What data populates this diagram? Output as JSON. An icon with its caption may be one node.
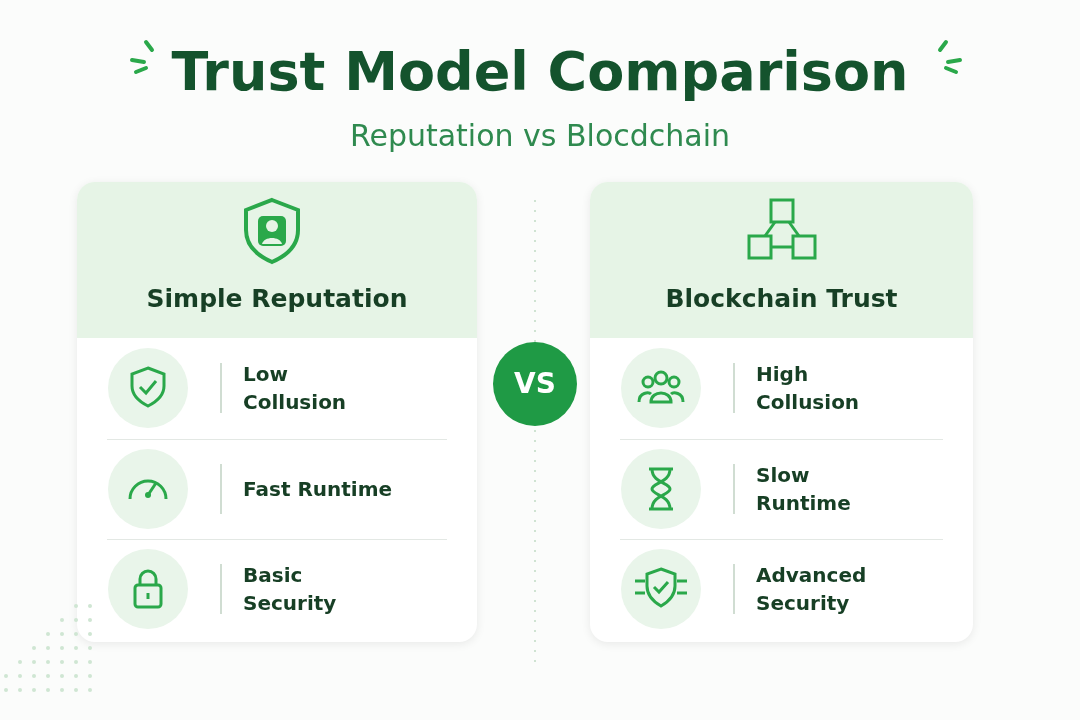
{
  "diagram": {
    "title": "Trust Model Comparison",
    "nodes": [
      {
        "text": [
          "Simple Reputation"
        ]
      },
      {
        "text": [
          "Low Collusion"
        ],
        "in": 0
      },
      {
        "text": [
          "Fast Runtime"
        ],
        "in": 0
      },
      {
        "text": [
          "Basic Security"
        ],
        "in": 0
      },
      {
        "text": [
          "VS"
        ]
      },
      {
        "text": [
          "Blockchain Trust"
        ]
      },
      {
        "text": [
          "High Collusion"
        ],
        "in": 5
      },
      {
        "text": [
          "Slow Runtime"
        ],
        "in": 5
      },
      {
        "text": [
          "Advanced Security"
        ],
        "in": 5
      }
    ],
    "edges": [],
    "labels": [
      "Reputation vs Blocdchain"
    ]
  }
}
